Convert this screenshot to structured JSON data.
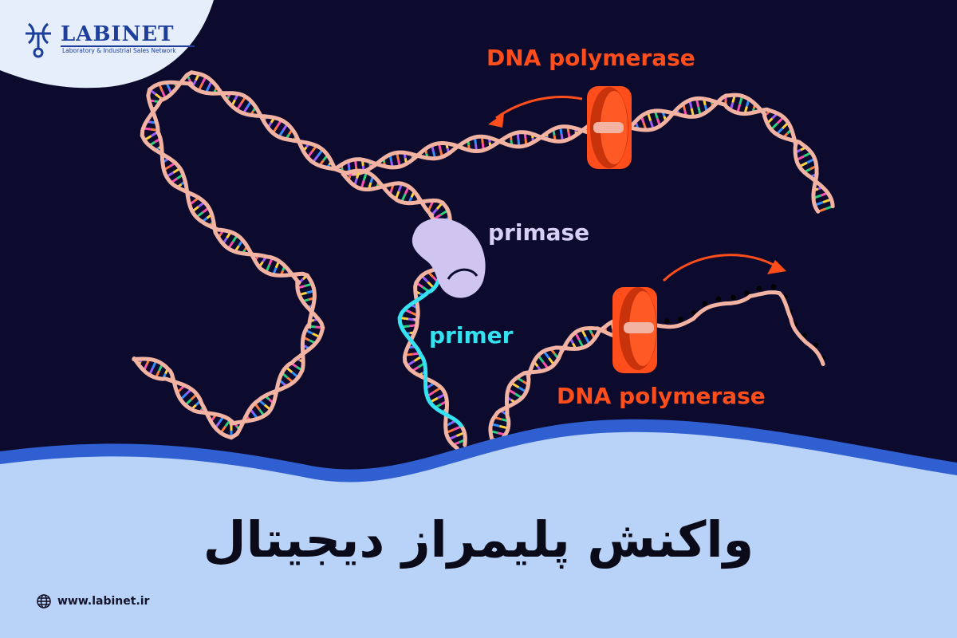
{
  "brand": {
    "name": "LABINET",
    "tagline": "Laboratory & Industrial Sales Network",
    "color": "#1d3e9a"
  },
  "diagram": {
    "labels": {
      "polymerase_top": "DNA polymerase",
      "polymerase_bottom": "DNA polymerase",
      "primase": "primase",
      "primer": "primer"
    },
    "colors": {
      "background": "#0c0b2e",
      "strand": "#f3b3a2",
      "polymerase": "#ff4d1c",
      "primase": "#cfc5f0",
      "primer": "#35e2f2",
      "bases": [
        "#ff4fb0",
        "#ffd23a",
        "#27d07a",
        "#2f8fff",
        "#ff7a3a",
        "#9b5cff"
      ]
    }
  },
  "footer": {
    "title": "واکنش پلیمراز دیجیتال",
    "website": "www.labinet.ir",
    "website_icon": "globe-icon",
    "wave_color": "#b9d2f7",
    "wave_edge_color": "#2f5fd0"
  }
}
